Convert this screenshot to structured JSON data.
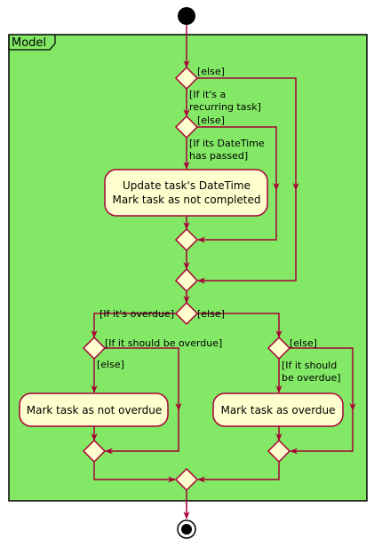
{
  "partition": {
    "title": "Model"
  },
  "colors": {
    "partition_fill": "#82e865",
    "node_fill": "#fefece",
    "stroke": "#a80036",
    "node_terminal": "#000000"
  },
  "guards": {
    "recurring_else": "[else]",
    "recurring_yes_1": "[If it's a",
    "recurring_yes_2": "recurring task]",
    "passed_else": "[else]",
    "passed_yes_1": "[If its DateTime",
    "passed_yes_2": "has passed]",
    "overdue_yes": "[If it's overdue]",
    "overdue_else": "[else]",
    "should_left_yes": "[If it should be overdue]",
    "should_left_else": "[else]",
    "should_right_else": "[else]",
    "should_right_yes_1": "[If it should",
    "should_right_yes_2": "be overdue]"
  },
  "activities": {
    "update_line1": "Update task's DateTime",
    "update_line2": "Mark task as not completed",
    "not_overdue": "Mark task as not overdue",
    "overdue": "Mark task as overdue"
  }
}
